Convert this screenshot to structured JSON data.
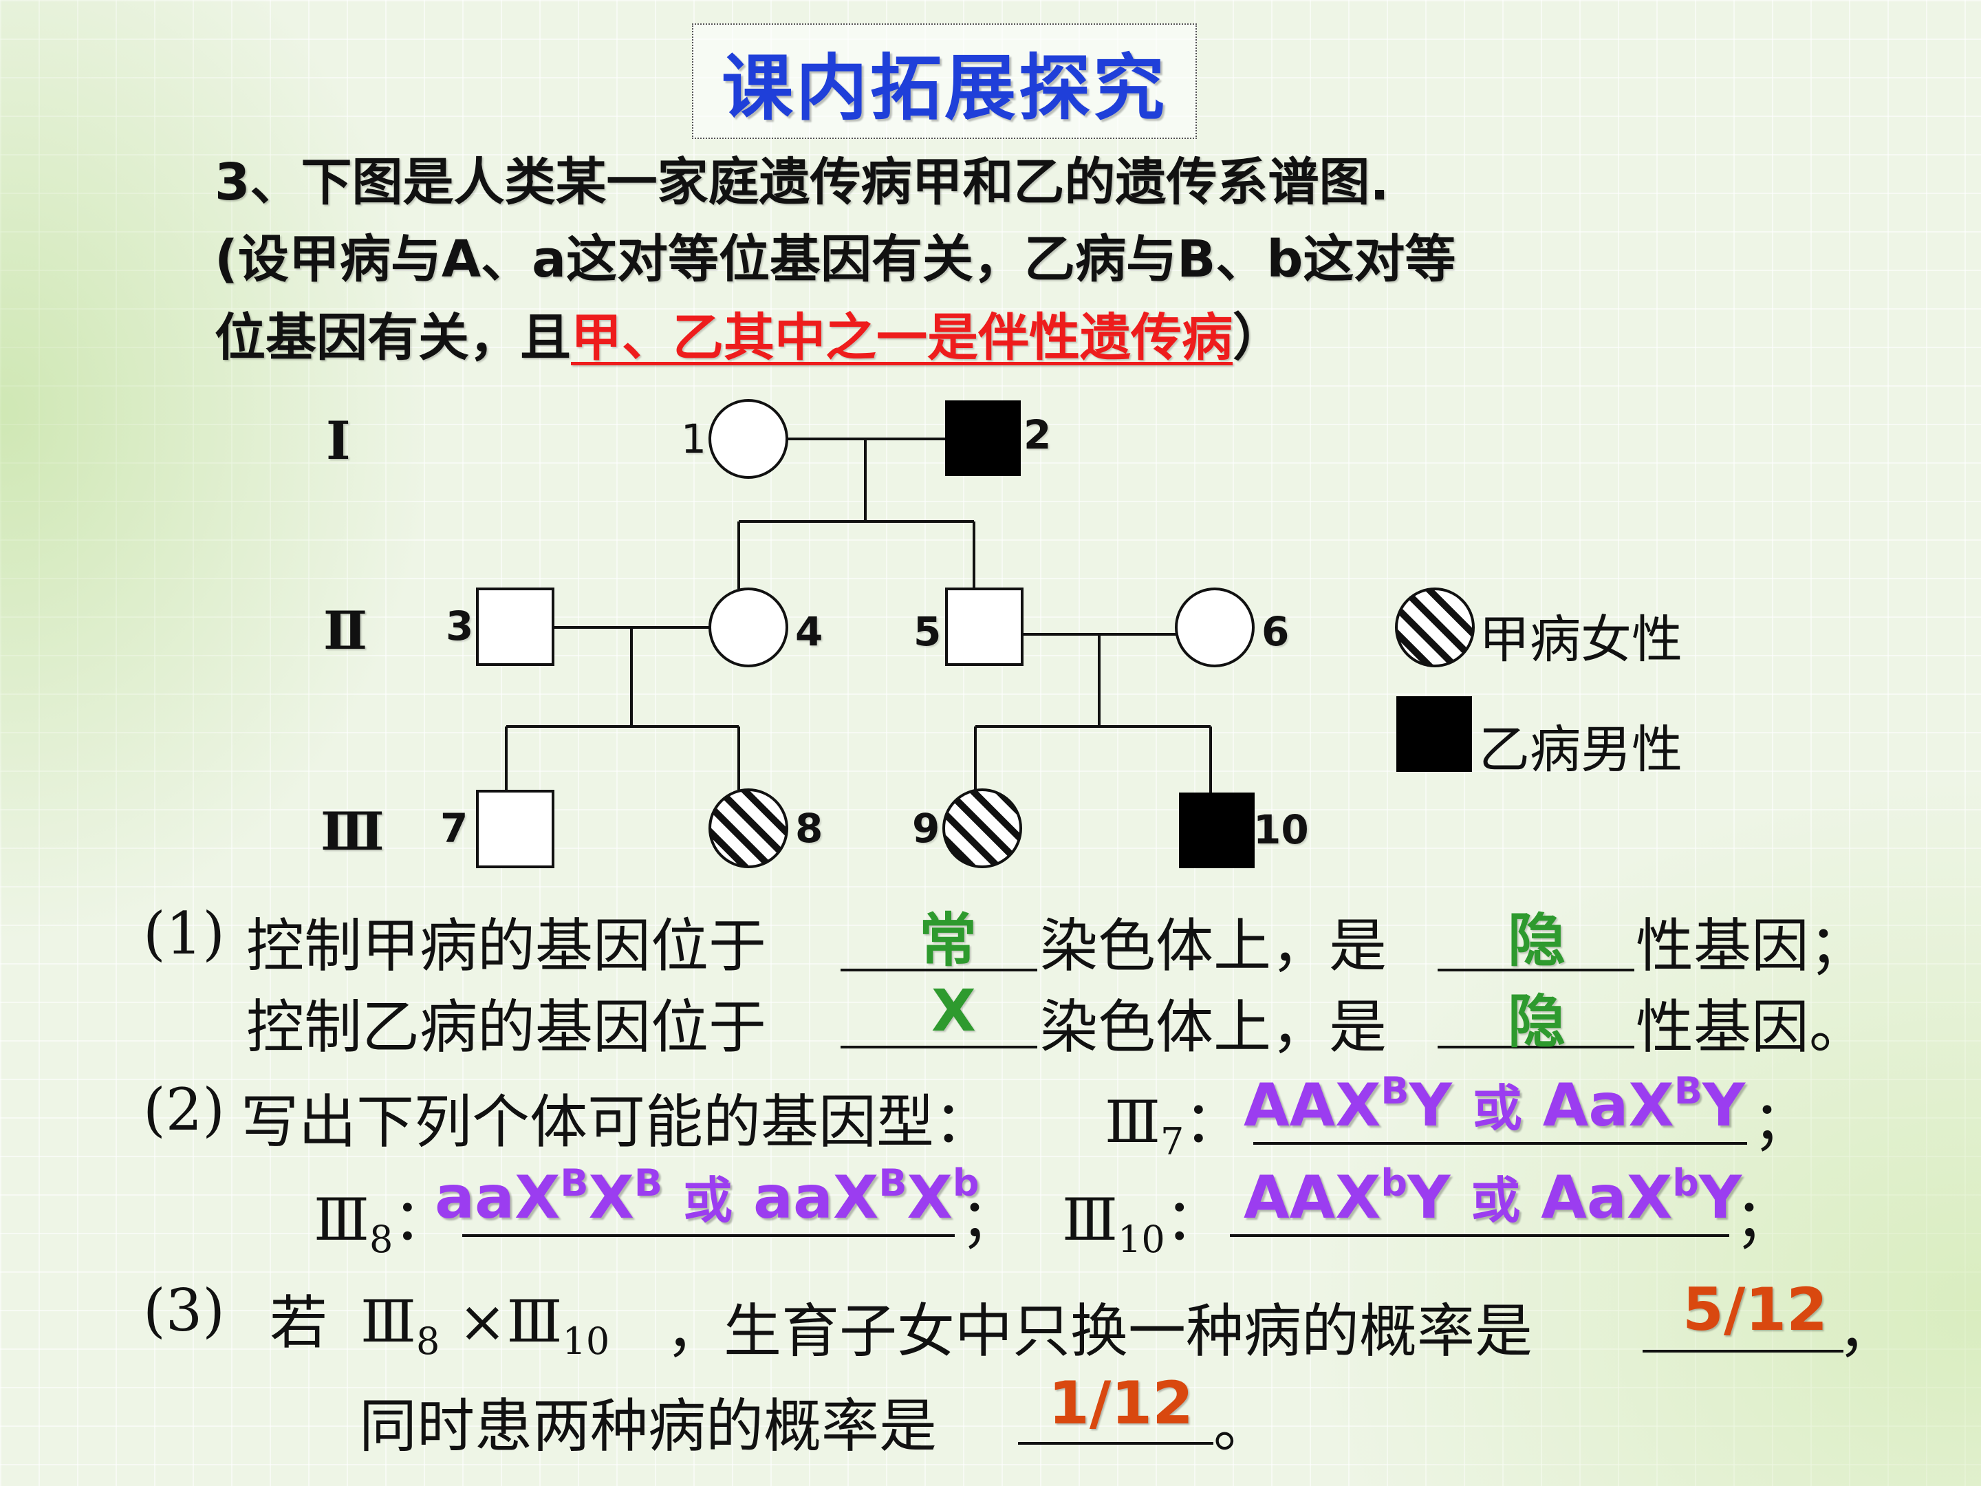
{
  "title": "课内拓展探究",
  "question": {
    "line1": "3、下图是人类某一家庭遗传病甲和乙的遗传系谱图.",
    "line2": "(设甲病与A、a这对等位基因有关，乙病与B、b这对等",
    "line3_prefix": "位基因有关，且",
    "line3_highlight": "甲、乙其中之一是伴性遗传病",
    "line3_suffix": "）"
  },
  "pedigree": {
    "generations": [
      "Ⅰ",
      "Ⅱ",
      "Ⅲ"
    ],
    "individuals": [
      "1",
      "2",
      "3",
      "4",
      "5",
      "6",
      "7",
      "8",
      "9",
      "10"
    ],
    "legend": [
      {
        "label": "甲病女性",
        "icon": "hatched-circle"
      },
      {
        "label": "乙病男性",
        "icon": "filled-square"
      }
    ]
  },
  "parts": {
    "p1": {
      "marker": "(1)",
      "line1_a": "控制甲病的基因位于",
      "line1_b": "染色体上，是",
      "line1_c": "性基因；",
      "ans_chrom_1": "常",
      "ans_type_1": "隐",
      "line2_a": "控制乙病的基因位于",
      "line2_b": "染色体上，是",
      "line2_c": "性基因。",
      "ans_chrom_2": "X",
      "ans_type_2": "隐"
    },
    "p2": {
      "marker": "(2)",
      "text": "写出下列个体可能的基因型：",
      "roman": "Ⅲ",
      "sub7": "7",
      "sub8": "8",
      "sub10": "10",
      "colon": "：",
      "semicolon": "；",
      "or": "或",
      "ans7_a": "AAX",
      "ans7_a_sup": "B",
      "ans7_a_end": "Y",
      "ans7_b": "AaX",
      "ans7_b_sup": "B",
      "ans7_b_end": "Y",
      "ans8_a": "aaX",
      "ans8_a_sup1": "B",
      "ans8_a_mid": "X",
      "ans8_a_sup2": "B",
      "ans8_b": "aaX",
      "ans8_b_sup1": "B",
      "ans8_b_mid": "X",
      "ans8_b_sup2": "b",
      "ans10_a": "AAX",
      "ans10_a_sup": "b",
      "ans10_a_end": "Y",
      "ans10_b": "AaX",
      "ans10_b_sup": "b",
      "ans10_b_end": "Y"
    },
    "p3": {
      "marker": "(3)",
      "ruo": "若",
      "times": "×",
      "line1_tail": "，生育子女中只换一种病的概率是",
      "comma": "，",
      "ans1": "5/12",
      "line2": "同时患两种病的概率是",
      "period": "。",
      "ans2": "1/12"
    }
  },
  "colors": {
    "title": "#1f3fd9",
    "highlight": "#ee1c1c",
    "answer_green": "#2e9a2e",
    "answer_purple": "#9b3df0",
    "answer_orange": "#d9480f"
  }
}
